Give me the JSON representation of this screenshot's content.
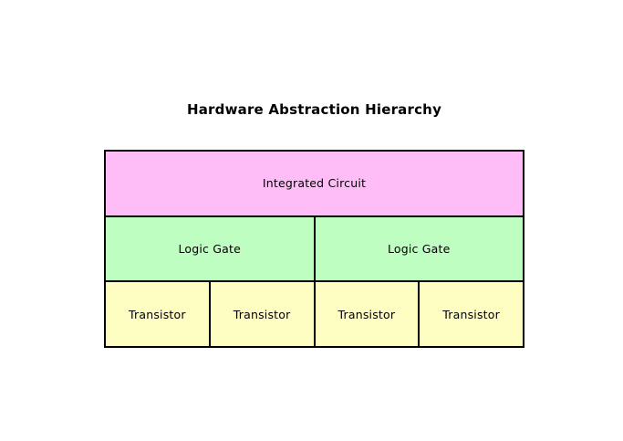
{
  "title": "Hardware Abstraction Hierarchy",
  "colors": {
    "background": "#ffffff",
    "border": "#000000",
    "text": "#000000",
    "integrated_circuit_fill": "#ffbdf8",
    "logic_gate_fill": "#befec0",
    "transistor_fill": "#fefec2"
  },
  "diagram": {
    "levels": [
      {
        "name": "integrated-circuit-level",
        "fill": "#ffbdf8",
        "cells": [
          "Integrated Circuit"
        ]
      },
      {
        "name": "logic-gate-level",
        "fill": "#befec0",
        "cells": [
          "Logic Gate",
          "Logic Gate"
        ]
      },
      {
        "name": "transistor-level",
        "fill": "#fefec2",
        "cells": [
          "Transistor",
          "Transistor",
          "Transistor",
          "Transistor"
        ]
      }
    ]
  }
}
